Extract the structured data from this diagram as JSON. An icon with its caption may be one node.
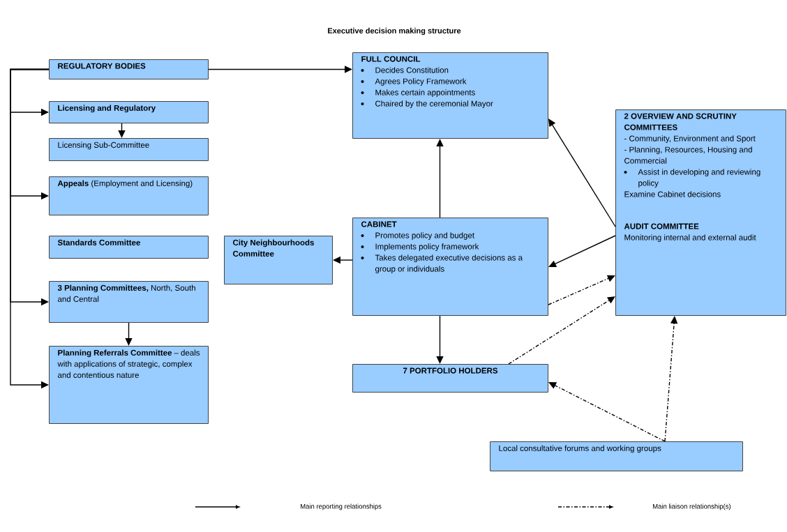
{
  "diagram": {
    "title": "Executive decision making structure",
    "nodes": [
      {
        "text": [
          "REGULATORY BODIES"
        ]
      },
      {
        "text": [
          "Licensing and Regulatory"
        ]
      },
      {
        "text": [
          "Licensing Sub-Committee"
        ]
      },
      {
        "text": [
          "**Appeals** (Employment and Licensing)"
        ]
      },
      {
        "text": [
          "Standards Committee"
        ]
      },
      {
        "text": [
          "**3 Planning Committees,** North, South and Central"
        ]
      },
      {
        "text": [
          "**Planning Referrals Committee** – deals with applications of strategic, complex and contentious nature"
        ]
      },
      {
        "text": [
          "FULL COUNCIL",
          "Decides Constitution",
          "Agrees Policy Framework",
          "Makes certain appointments",
          "Chaired by the ceremonial Mayor"
        ]
      },
      {
        "text": [
          "City Neighbourhoods Committee"
        ]
      },
      {
        "text": [
          "CABINET",
          "Promotes policy and budget",
          "Implements policy framework",
          "Takes delegated executive decisions as a group or individuals"
        ]
      },
      {
        "text": [
          "7 PORTFOLIO HOLDERS"
        ]
      },
      {
        "text": [
          "2 OVERVIEW AND SCRUTINY COMMITTEES",
          "- Community, Environment and Sport",
          "- Planning, Resources, Housing and Commercial",
          "Assist in developing and reviewing policy",
          "Examine Cabinet decisions",
          "AUDIT COMMITTEE",
          "Monitoring internal and external audit"
        ]
      },
      {
        "text": [
          "Local consultative forums and working groups"
        ]
      }
    ],
    "edges": [
      {
        "from": 0,
        "to": 7,
        "arrow": "to"
      },
      {
        "from": 0,
        "to": 1,
        "arrow": "to"
      },
      {
        "from": 0,
        "to": 3,
        "arrow": "to"
      },
      {
        "from": 0,
        "to": 5,
        "arrow": "to"
      },
      {
        "from": 0,
        "to": 6,
        "arrow": "to"
      },
      {
        "from": 1,
        "to": 2,
        "arrow": "to"
      },
      {
        "from": 5,
        "to": 6,
        "arrow": "to"
      },
      {
        "from": 9,
        "to": 7,
        "arrow": "to"
      },
      {
        "from": 9,
        "to": 8,
        "arrow": "to"
      },
      {
        "from": 9,
        "to": 10,
        "arrow": "to"
      },
      {
        "from": 11,
        "to": 7,
        "arrow": "to"
      },
      {
        "from": 11,
        "to": 9,
        "arrow": "to"
      },
      {
        "from": 9,
        "to": 11,
        "arrow": "to",
        "style": "dashed"
      },
      {
        "from": 10,
        "to": 11,
        "arrow": "to",
        "style": "dashed"
      },
      {
        "from": 12,
        "to": 10,
        "arrow": "to",
        "style": "dashed"
      },
      {
        "from": 12,
        "to": 11,
        "arrow": "to",
        "style": "dashed"
      }
    ],
    "legend": [
      {
        "text": "Main reporting relationships"
      },
      {
        "text": "Main liaison relationship(s)"
      }
    ]
  }
}
